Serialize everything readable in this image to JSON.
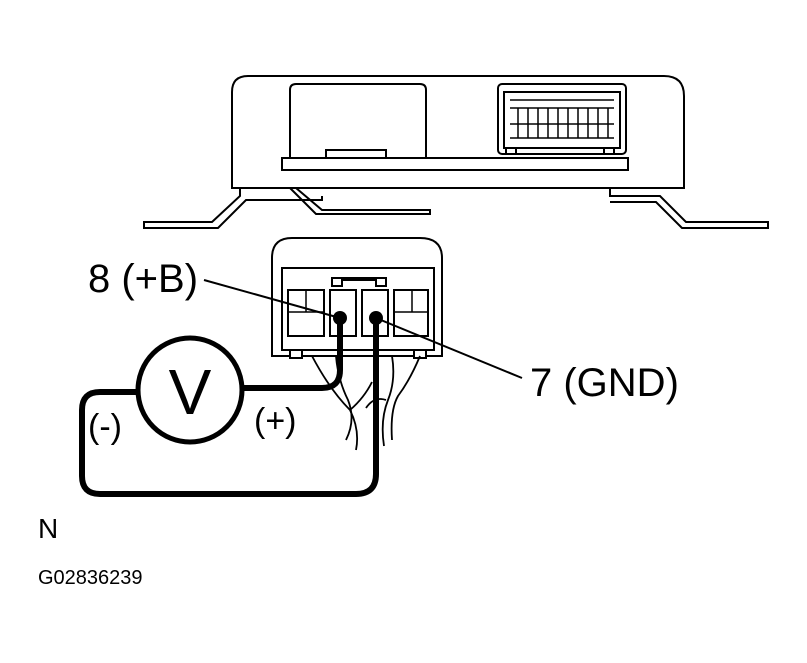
{
  "labels": {
    "terminal_8": "8 (+B)",
    "terminal_7": "7 (GND)",
    "voltmeter": "V",
    "negative": "(-)",
    "positive": "(+)",
    "corner_letter": "N",
    "figure_code": "G02836239"
  },
  "colors": {
    "line": "#000000",
    "background": "#ffffff"
  }
}
